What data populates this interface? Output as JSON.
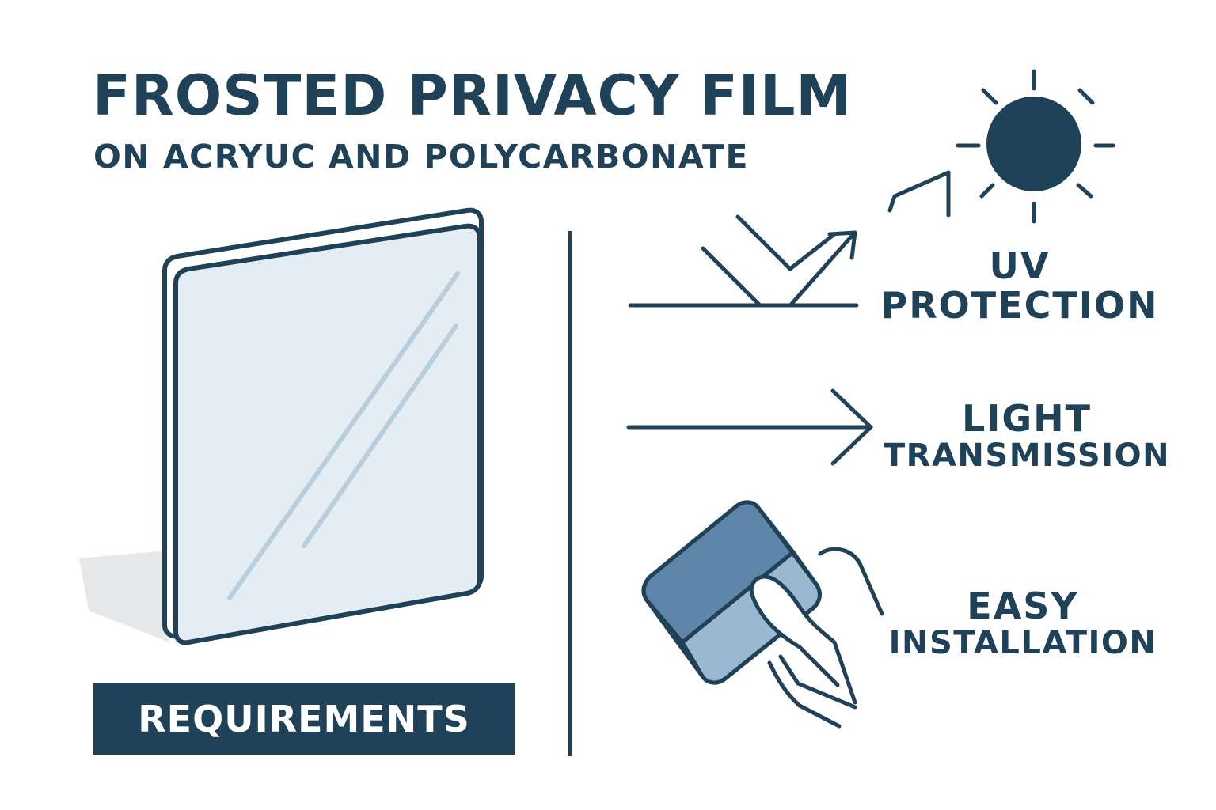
{
  "header": {
    "title": "FROSTED PRIVACY FILM",
    "subtitle": "ON ACRYUC AND POLYCARBONATE"
  },
  "requirements_badge": "REQUIREMENTS",
  "features": [
    {
      "line1": "UV",
      "line2": "PROTECTION",
      "icon": "reflection-arrow-icon"
    },
    {
      "line1": "LIGHT",
      "line2": "TRANSMISSION",
      "icon": "arrow-right-icon"
    },
    {
      "line1": "EASY",
      "line2": "INSTALLATION",
      "icon": "squeegee-hand-icon"
    }
  ],
  "top_icon": "sun-icon",
  "panel_icon": "acrylic-sheet-icon",
  "colors": {
    "navy": "#1f4259",
    "panel_fill": "#e4edf3",
    "panel_shine": "#b9cedc",
    "shadow": "#e6e8ea",
    "squeegee_dark": "#5f86a8",
    "squeegee_light": "#9ab8d0"
  }
}
